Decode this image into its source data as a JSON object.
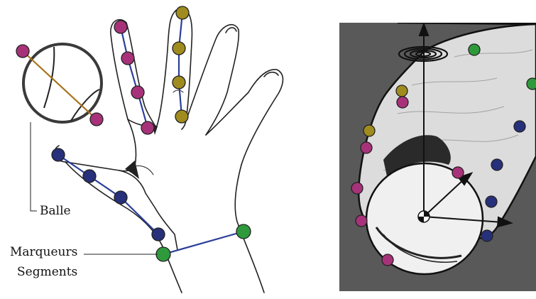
{
  "labels": {
    "ball": "Balle",
    "markers": "Marqueurs",
    "segments": "Segments"
  },
  "colors": {
    "magenta_marker": "#a8327a",
    "olive_marker": "#a08b1e",
    "navy_marker": "#27307a",
    "green_marker": "#2f9a3c",
    "segment_line": "#2b3f99",
    "ball_line": "#a8731c",
    "photo_background": "#595959"
  },
  "icons": [
    "spiral-icon",
    "coordinate-axes-icon"
  ]
}
